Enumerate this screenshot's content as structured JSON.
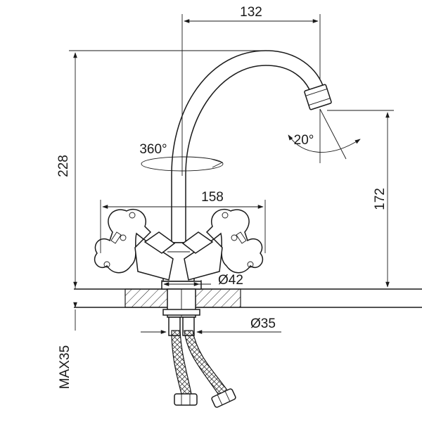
{
  "dimensions": {
    "spout_reach": "132",
    "total_height": "228",
    "rotation": "360°",
    "handle_spread": "158",
    "spout_height": "172",
    "aerator_angle": "20°",
    "base_diameter": "Ø42",
    "shank_diameter": "Ø35",
    "max_counter_thickness": "MAX35"
  },
  "colors": {
    "line": "#1a1a1a",
    "background": "#ffffff"
  }
}
